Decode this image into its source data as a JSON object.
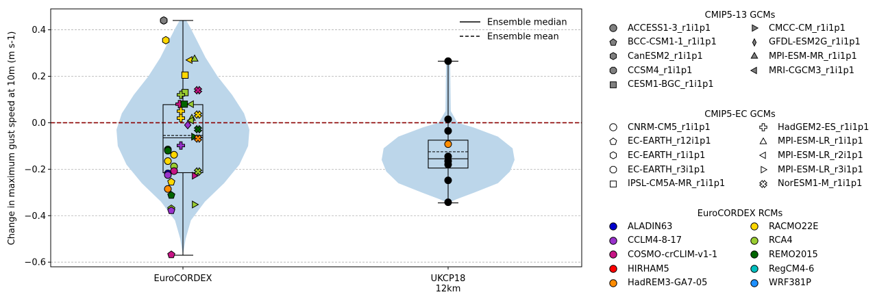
{
  "chart_data": {
    "type": "violin",
    "ylabel": "Change in maximum gust speed at 10m (m s-1)",
    "xlabel": "",
    "ylim": [
      -0.62,
      0.49
    ],
    "yticks": [
      -0.6,
      -0.4,
      -0.2,
      0.0,
      0.2,
      0.4
    ],
    "ytick_labels": [
      "−0.6",
      "−0.4",
      "−0.2",
      "0.0",
      "0.2",
      "0.4"
    ],
    "grid": "y dashed",
    "zero_line_color": "#8b0000",
    "violin_color": "#bcd6ea",
    "categories": [
      {
        "label_lines": [
          "EuroCORDEX"
        ]
      },
      {
        "label_lines": [
          "UKCP18",
          "12km"
        ]
      }
    ],
    "violins": [
      {
        "category": 0,
        "min": -0.57,
        "max": 0.44,
        "box_q1": -0.215,
        "box_q3": 0.078,
        "median": -0.065,
        "mean": -0.055,
        "profile": [
          [
            -0.57,
            0.0
          ],
          [
            -0.5,
            0.04
          ],
          [
            -0.42,
            0.12
          ],
          [
            -0.34,
            0.33
          ],
          [
            -0.26,
            0.62
          ],
          [
            -0.18,
            0.85
          ],
          [
            -0.1,
            0.98
          ],
          [
            -0.03,
            1.0
          ],
          [
            0.04,
            0.92
          ],
          [
            0.12,
            0.74
          ],
          [
            0.2,
            0.52
          ],
          [
            0.28,
            0.34
          ],
          [
            0.36,
            0.2
          ],
          [
            0.41,
            0.11
          ],
          [
            0.44,
            0.05
          ]
        ]
      },
      {
        "category": 1,
        "min": -0.345,
        "max": 0.265,
        "box_q1": -0.195,
        "box_q3": -0.075,
        "median": -0.155,
        "mean": -0.125,
        "profile": [
          [
            -0.345,
            0.0
          ],
          [
            -0.33,
            0.12
          ],
          [
            -0.3,
            0.4
          ],
          [
            -0.26,
            0.75
          ],
          [
            -0.21,
            0.93
          ],
          [
            -0.16,
            1.0
          ],
          [
            -0.11,
            0.97
          ],
          [
            -0.06,
            0.75
          ],
          [
            -0.02,
            0.38
          ],
          [
            0.0,
            0.14
          ],
          [
            0.05,
            0.04
          ],
          [
            0.265,
            0.03
          ]
        ]
      }
    ],
    "lines": [
      {
        "name": "Ensemble median",
        "style": "solid"
      },
      {
        "name": "Ensemble mean",
        "style": "dashed"
      }
    ],
    "points": [
      {
        "cat": 0,
        "dx": -0.28,
        "y": 0.44,
        "marker": "circle",
        "color": "#9acd32",
        "outline": "#444"
      },
      {
        "cat": 0,
        "dx": -0.28,
        "y": 0.44,
        "marker": "hexagon",
        "color": "#808080"
      },
      {
        "cat": 0,
        "dx": -0.25,
        "y": 0.355,
        "marker": "hexagon",
        "color": "#ffd700"
      },
      {
        "cat": 0,
        "dx": 0.1,
        "y": 0.27,
        "marker": "triangle-left",
        "color": "#ffd700"
      },
      {
        "cat": 0,
        "dx": 0.17,
        "y": 0.275,
        "marker": "triangle-up",
        "color": "#9acd32"
      },
      {
        "cat": 0,
        "dx": 0.03,
        "y": 0.205,
        "marker": "square",
        "color": "#ffd700"
      },
      {
        "cat": 0,
        "dx": 0.22,
        "y": 0.14,
        "marker": "x",
        "color": "#c71585"
      },
      {
        "cat": 0,
        "dx": 0.03,
        "y": 0.13,
        "marker": "square",
        "color": "#9acd32"
      },
      {
        "cat": 0,
        "dx": -0.03,
        "y": 0.12,
        "marker": "plus",
        "color": "#9acd32"
      },
      {
        "cat": 0,
        "dx": -0.05,
        "y": 0.08,
        "marker": "plus",
        "color": "#c71585"
      },
      {
        "cat": 0,
        "dx": 0.02,
        "y": 0.08,
        "marker": "square",
        "color": "#006400"
      },
      {
        "cat": 0,
        "dx": 0.12,
        "y": 0.08,
        "marker": "triangle-left",
        "color": "#9acd32"
      },
      {
        "cat": 0,
        "dx": -0.03,
        "y": 0.05,
        "marker": "plus",
        "color": "#ffd700"
      },
      {
        "cat": 0,
        "dx": 0.22,
        "y": 0.035,
        "marker": "x",
        "color": "#ffd700"
      },
      {
        "cat": 0,
        "dx": -0.03,
        "y": 0.02,
        "marker": "plus",
        "color": "#ffd700"
      },
      {
        "cat": 0,
        "dx": 0.13,
        "y": 0.02,
        "marker": "triangle-up",
        "color": "#9acd32"
      },
      {
        "cat": 0,
        "dx": 0.12,
        "y": 0.01,
        "marker": "triangle-left",
        "color": "#9acd32"
      },
      {
        "cat": 0,
        "dx": 0.07,
        "y": -0.01,
        "marker": "diamond",
        "color": "#9932cc"
      },
      {
        "cat": 0,
        "dx": 0.22,
        "y": -0.028,
        "marker": "x",
        "color": "#006400"
      },
      {
        "cat": 0,
        "dx": 0.16,
        "y": -0.06,
        "marker": "triangle-right",
        "color": "#006400"
      },
      {
        "cat": 0,
        "dx": 0.22,
        "y": -0.068,
        "marker": "x",
        "color": "#ff8c00"
      },
      {
        "cat": 0,
        "dx": -0.03,
        "y": -0.098,
        "marker": "plus",
        "color": "#9932cc"
      },
      {
        "cat": 0,
        "dx": -0.22,
        "y": -0.115,
        "marker": "circle",
        "color": "#006400"
      },
      {
        "cat": 0,
        "dx": -0.22,
        "y": -0.12,
        "marker": "circle",
        "color": "#006400"
      },
      {
        "cat": 0,
        "dx": -0.13,
        "y": -0.138,
        "marker": "circle",
        "color": "#ffd700"
      },
      {
        "cat": 0,
        "dx": -0.22,
        "y": -0.165,
        "marker": "circle",
        "color": "#ffd700"
      },
      {
        "cat": 0,
        "dx": -0.13,
        "y": -0.188,
        "marker": "circle",
        "color": "#9acd32"
      },
      {
        "cat": 0,
        "dx": -0.13,
        "y": -0.208,
        "marker": "circle",
        "color": "#c71585"
      },
      {
        "cat": 0,
        "dx": -0.22,
        "y": -0.218,
        "marker": "circle",
        "color": "#0000cd"
      },
      {
        "cat": 0,
        "dx": -0.22,
        "y": -0.225,
        "marker": "circle",
        "color": "#9932cc"
      },
      {
        "cat": 0,
        "dx": 0.17,
        "y": -0.228,
        "marker": "triangle-right",
        "color": "#c71585"
      },
      {
        "cat": 0,
        "dx": 0.22,
        "y": -0.21,
        "marker": "x",
        "color": "#9acd32"
      },
      {
        "cat": 0,
        "dx": -0.17,
        "y": -0.255,
        "marker": "pentagon",
        "color": "#ffd700"
      },
      {
        "cat": 0,
        "dx": -0.22,
        "y": -0.285,
        "marker": "circle",
        "color": "#ff8c00"
      },
      {
        "cat": 0,
        "dx": -0.17,
        "y": -0.312,
        "marker": "pentagon",
        "color": "#006400"
      },
      {
        "cat": 0,
        "dx": 0.17,
        "y": -0.352,
        "marker": "triangle-right",
        "color": "#9acd32"
      },
      {
        "cat": 0,
        "dx": -0.17,
        "y": -0.37,
        "marker": "pentagon",
        "color": "#9acd32"
      },
      {
        "cat": 0,
        "dx": -0.17,
        "y": -0.378,
        "marker": "pentagon",
        "color": "#9932cc"
      },
      {
        "cat": 0,
        "dx": -0.17,
        "y": -0.568,
        "marker": "pentagon",
        "color": "#c71585"
      },
      {
        "cat": 1,
        "dx": 0,
        "y": 0.265,
        "marker": "circle",
        "color": "#000000"
      },
      {
        "cat": 1,
        "dx": 0,
        "y": 0.015,
        "marker": "circle",
        "color": "#000000"
      },
      {
        "cat": 1,
        "dx": 0,
        "y": -0.035,
        "marker": "circle",
        "color": "#000000"
      },
      {
        "cat": 1,
        "dx": 0,
        "y": -0.092,
        "marker": "circle",
        "color": "#ff8c00"
      },
      {
        "cat": 1,
        "dx": 0,
        "y": -0.145,
        "marker": "circle",
        "color": "#000000"
      },
      {
        "cat": 1,
        "dx": 0,
        "y": -0.165,
        "marker": "circle",
        "color": "#000000"
      },
      {
        "cat": 1,
        "dx": 0,
        "y": -0.18,
        "marker": "circle",
        "color": "#000000"
      },
      {
        "cat": 1,
        "dx": 0,
        "y": -0.248,
        "marker": "circle",
        "color": "#000000"
      },
      {
        "cat": 1,
        "dx": 0,
        "y": -0.342,
        "marker": "circle",
        "color": "#000000"
      }
    ]
  },
  "legend_groups": [
    {
      "title": "CMIP5-13 GCMs",
      "fill": "#808080",
      "entries": [
        {
          "label": "ACCESS1-3_r1i1p1",
          "marker": "circle"
        },
        {
          "label": "BCC-CSM1-1_r1i1p1",
          "marker": "pentagon"
        },
        {
          "label": "CanESM2_r1i1p1",
          "marker": "hexagon"
        },
        {
          "label": "CCSM4_r1i1p1",
          "marker": "octagon"
        },
        {
          "label": "CESM1-BGC_r1i1p1",
          "marker": "square"
        },
        {
          "label": "CMCC-CM_r1i1p1",
          "marker": "triangle-right"
        },
        {
          "label": "GFDL-ESM2G_r1i1p1",
          "marker": "thin-diamond"
        },
        {
          "label": "MPI-ESM-MR_r1i1p1",
          "marker": "triangle-up"
        },
        {
          "label": "MRI-CGCM3_r1i1p1",
          "marker": "triangle-left"
        }
      ]
    },
    {
      "title": "CMIP5-EC GCMs",
      "fill": "#ffffff",
      "entries": [
        {
          "label": "CNRM-CM5_r1i1p1",
          "marker": "circle"
        },
        {
          "label": "EC-EARTH_r12i1p1",
          "marker": "pentagon"
        },
        {
          "label": "EC-EARTH_r1i1p1",
          "marker": "hexagon"
        },
        {
          "label": "EC-EARTH_r3i1p1",
          "marker": "octagon"
        },
        {
          "label": "IPSL-CM5A-MR_r1i1p1",
          "marker": "square"
        },
        {
          "label": "HadGEM2-ES_r1i1p1",
          "marker": "plus"
        },
        {
          "label": "MPI-ESM-LR_r1i1p1",
          "marker": "triangle-up"
        },
        {
          "label": "MPI-ESM-LR_r2i1p1",
          "marker": "triangle-left"
        },
        {
          "label": "MPI-ESM-LR_r3i1p1",
          "marker": "triangle-right"
        },
        {
          "label": "NorESM1-M_r1i1p1",
          "marker": "x"
        }
      ]
    },
    {
      "title": "EuroCORDEX RCMs",
      "fill": "",
      "entries": [
        {
          "label": "ALADIN63",
          "marker": "circle",
          "color": "#0000cd"
        },
        {
          "label": "CCLM4-8-17",
          "marker": "circle",
          "color": "#9932cc"
        },
        {
          "label": "COSMO-crCLIM-v1-1",
          "marker": "circle",
          "color": "#c71585"
        },
        {
          "label": "HIRHAM5",
          "marker": "circle",
          "color": "#ff0000"
        },
        {
          "label": "HadREM3-GA7-05",
          "marker": "circle",
          "color": "#ff8c00"
        },
        {
          "label": "RACMO22E",
          "marker": "circle",
          "color": "#ffd700"
        },
        {
          "label": "RCA4",
          "marker": "circle",
          "color": "#9acd32"
        },
        {
          "label": "REMO2015",
          "marker": "circle",
          "color": "#006400"
        },
        {
          "label": "RegCM4-6",
          "marker": "circle",
          "color": "#00bfbf"
        },
        {
          "label": "WRF381P",
          "marker": "circle",
          "color": "#1e90ff"
        }
      ]
    }
  ]
}
